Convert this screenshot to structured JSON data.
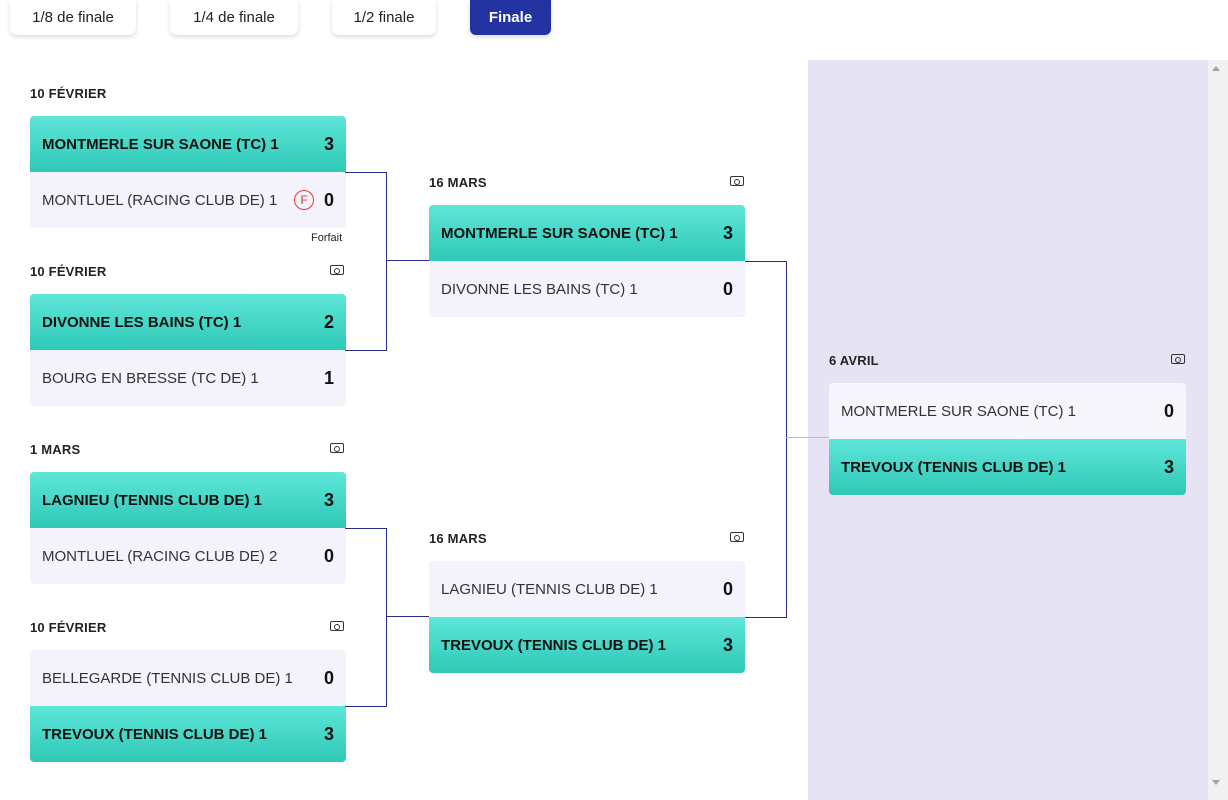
{
  "tabs": [
    {
      "label": "1/8 de finale",
      "active": false
    },
    {
      "label": "1/4 de finale",
      "active": false
    },
    {
      "label": "1/2 finale",
      "active": false
    },
    {
      "label": "Finale",
      "active": true
    }
  ],
  "colors": {
    "accent": "#2232a0",
    "winner_top": "#5ee6d9",
    "winner_bottom": "#2fc8b6",
    "loser_bg": "#f4f3fb",
    "final_panel": "#e5e3f4",
    "forfeit": "#e53935"
  },
  "quarter_finals": [
    {
      "date": "10 FÉVRIER",
      "has_camera": false,
      "team1": {
        "name": "MONTMERLE SUR SAONE (TC) 1",
        "score": "3",
        "winner": true
      },
      "team2": {
        "name": "MONTLUEL (RACING CLUB DE) 1",
        "score": "0",
        "winner": false,
        "forfeit_badge": "F"
      },
      "note": "Forfait"
    },
    {
      "date": "10 FÉVRIER",
      "has_camera": true,
      "team1": {
        "name": "DIVONNE LES BAINS (TC) 1",
        "score": "2",
        "winner": true
      },
      "team2": {
        "name": "BOURG EN BRESSE (TC DE) 1",
        "score": "1",
        "winner": false
      }
    },
    {
      "date": "1 MARS",
      "has_camera": true,
      "team1": {
        "name": "LAGNIEU (TENNIS CLUB DE) 1",
        "score": "3",
        "winner": true
      },
      "team2": {
        "name": "MONTLUEL (RACING CLUB DE) 2",
        "score": "0",
        "winner": false
      }
    },
    {
      "date": "10 FÉVRIER",
      "has_camera": true,
      "team1": {
        "name": "BELLEGARDE (TENNIS CLUB DE) 1",
        "score": "0",
        "winner": false
      },
      "team2": {
        "name": "TREVOUX (TENNIS CLUB DE) 1",
        "score": "3",
        "winner": true
      }
    }
  ],
  "semi_finals": [
    {
      "date": "16 MARS",
      "has_camera": true,
      "team1": {
        "name": "MONTMERLE SUR SAONE (TC) 1",
        "score": "3",
        "winner": true
      },
      "team2": {
        "name": "DIVONNE LES BAINS (TC) 1",
        "score": "0",
        "winner": false
      }
    },
    {
      "date": "16 MARS",
      "has_camera": true,
      "team1": {
        "name": "LAGNIEU (TENNIS CLUB DE) 1",
        "score": "0",
        "winner": false
      },
      "team2": {
        "name": "TREVOUX (TENNIS CLUB DE) 1",
        "score": "3",
        "winner": true
      }
    }
  ],
  "final": {
    "date": "6 AVRIL",
    "has_camera": true,
    "team1": {
      "name": "MONTMERLE SUR SAONE (TC) 1",
      "score": "0",
      "winner": false
    },
    "team2": {
      "name": "TREVOUX (TENNIS CLUB DE) 1",
      "score": "3",
      "winner": true
    }
  }
}
